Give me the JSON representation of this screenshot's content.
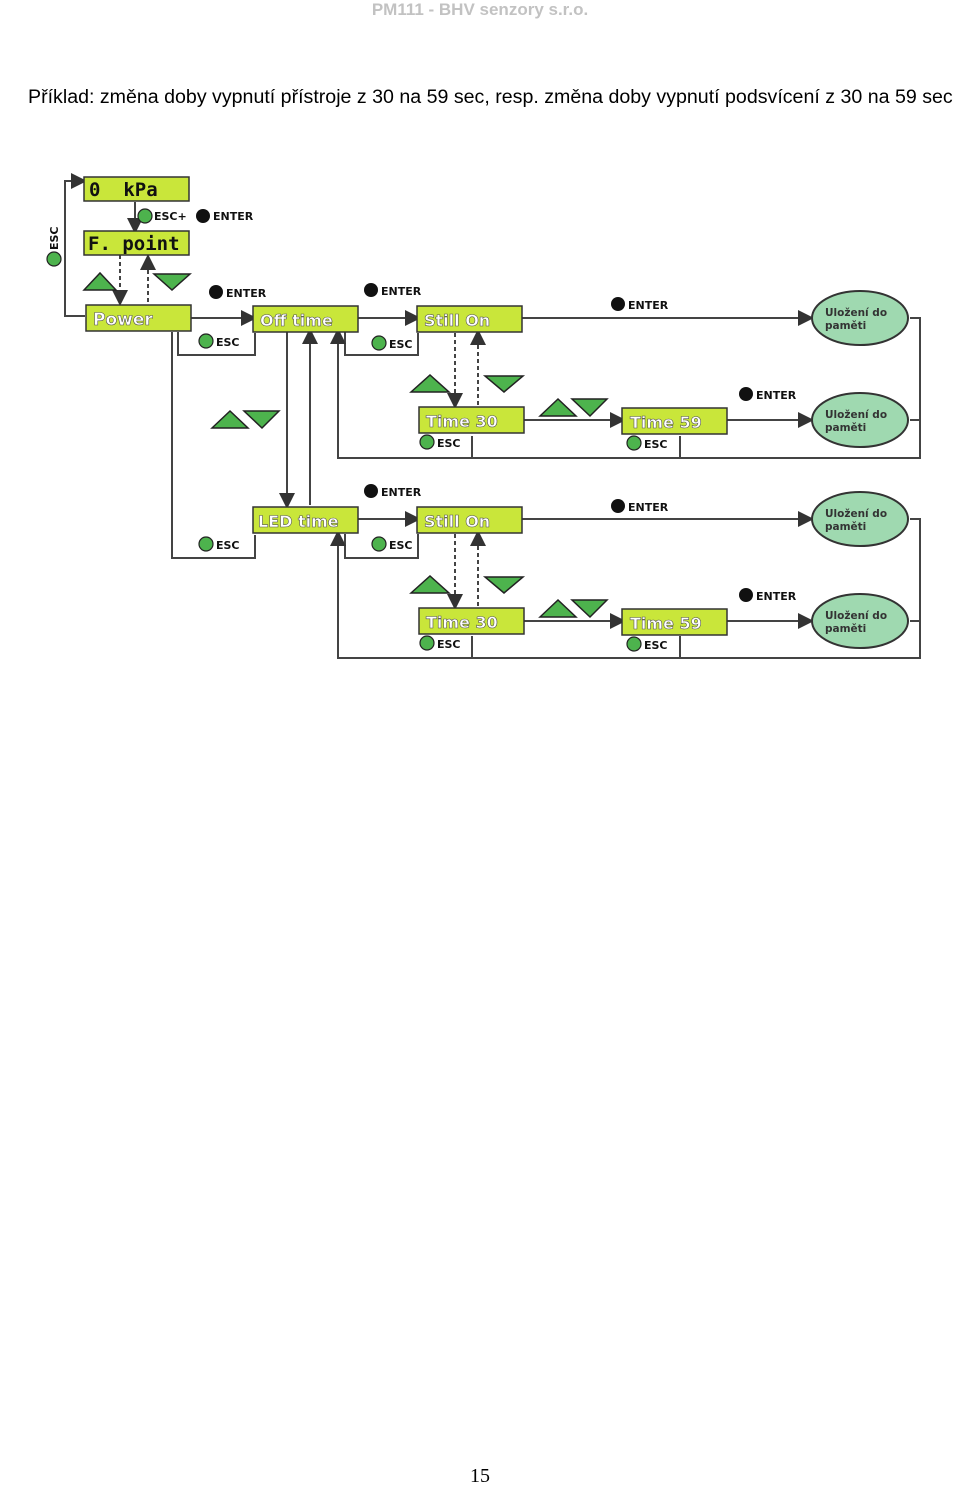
{
  "header": {
    "title": "PM111 - BHV senzory s.r.o."
  },
  "intro": {
    "text": "Příklad: změna doby vypnutí přístroje z 30 na 59 sec, resp. změna doby vypnutí podsvícení z 30 na 59 sec"
  },
  "diagram": {
    "display_main": "0  kPa",
    "display_fpoint": "F. point",
    "power": "Power",
    "off_time": "Off time",
    "led_time": "LED time",
    "still_on": "Still On",
    "time_30": "Time 30",
    "time_59": "Time 59",
    "btn_esc": "ESC",
    "btn_enter": "ENTER",
    "btn_esc_plus": "ESC+",
    "memory_line1": "Uložení do",
    "memory_line2": "paměti"
  },
  "footer": {
    "page_number": "15"
  }
}
